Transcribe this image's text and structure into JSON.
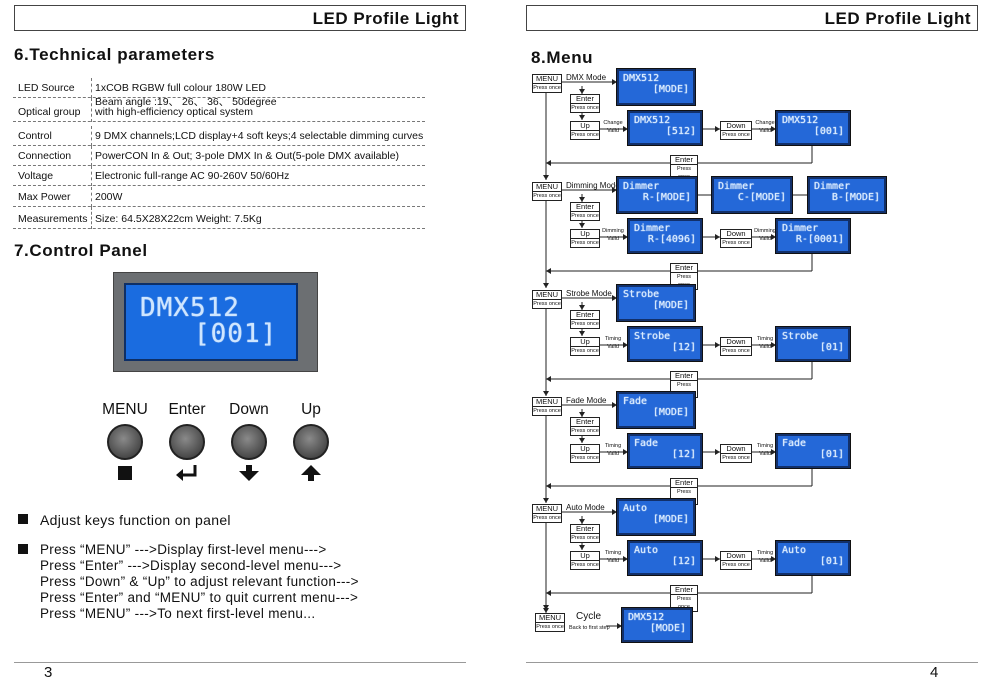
{
  "left_page": {
    "header": "LED Profile  Light",
    "section6_title": "6.Technical parameters",
    "specs": [
      {
        "label": "LED Source",
        "value": "1xCOB RGBW  full colour 180W LED"
      },
      {
        "label": "Optical group",
        "value": "Beam angle :19、 26、 36、 50degree",
        "value2": "with high-efficiency optical system"
      },
      {
        "label": "Control",
        "value": "9 DMX channels;LCD display+4 soft keys;4 selectable dimming curves"
      },
      {
        "label": "Connection",
        "value": "PowerCON In & Out; 3-pole DMX In & Out(5-pole DMX available)"
      },
      {
        "label": "Voltage",
        "value": "Electronic full-range AC 90-260V 50/60Hz"
      },
      {
        "label": "Max Power",
        "value": "200W"
      },
      {
        "label": "Measurements",
        "value": "Size: 64.5X28X22cm   Weight: 7.5Kg"
      }
    ],
    "section7_title": "7.Control Panel",
    "panel_lcd": {
      "line1": "DMX512",
      "line2": "[001]"
    },
    "keys": [
      "MENU",
      "Enter",
      "Down",
      "Up"
    ],
    "icons": [
      "square-icon",
      "enter-arrow-icon",
      "down-arrow-icon",
      "up-arrow-icon"
    ],
    "bullet1": "Adjust keys function on panel",
    "bullet2_lines": [
      "Press “MENU” --->Display first-level menu--->",
      "Press “Enter” --->Display second-level menu--->",
      "Press “Down” & “Up” to adjust relevant function--->",
      "Press “Enter” and “MENU” to quit current menu--->",
      "Press “MENU” --->To next first-level menu..."
    ],
    "page_number": "3"
  },
  "right_page": {
    "header": "LED Profile  Light",
    "section8_title": "8.Menu",
    "menu_label": "MENU",
    "enter_label": "Enter",
    "up_label": "Up",
    "down_label": "Down",
    "press_once": "Press once",
    "valid": "Valid",
    "modes": [
      {
        "name": "DMX Mode",
        "main": [
          "DMX512",
          "[MODE]"
        ],
        "up": [
          "DMX512",
          "[512]"
        ],
        "down": [
          "DMX512",
          "[001]"
        ],
        "action": "Change"
      },
      {
        "name": "Dimming Mode",
        "main": [
          "Dimmer",
          "R-[MODE]"
        ],
        "main2": [
          "Dimmer",
          "C-[MODE]"
        ],
        "main3": [
          "Dimmer",
          "B-[MODE]"
        ],
        "up": [
          "Dimmer",
          "R-[4096]"
        ],
        "down": [
          "Dimmer",
          "R-[0001]"
        ],
        "action": "Dimming"
      },
      {
        "name": "Strobe Mode",
        "main": [
          "Strobe",
          "[MODE]"
        ],
        "up": [
          "Strobe",
          "[12]"
        ],
        "down": [
          "Strobe",
          "[01]"
        ],
        "action": "Timing"
      },
      {
        "name": "Fade Mode",
        "main": [
          "Fade",
          "[MODE]"
        ],
        "up": [
          "Fade",
          "[12]"
        ],
        "down": [
          "Fade",
          "[01]"
        ],
        "action": "Timing"
      },
      {
        "name": "Auto Mode",
        "main": [
          "Auto",
          "[MODE]"
        ],
        "up": [
          "Auto",
          "[12]"
        ],
        "down": [
          "Auto",
          "[01]"
        ],
        "action": "Timing"
      }
    ],
    "cycle": {
      "name": "Cycle",
      "sub": "Back to first step",
      "main": [
        "DMX512",
        "[MODE]"
      ]
    },
    "page_number": "4"
  }
}
